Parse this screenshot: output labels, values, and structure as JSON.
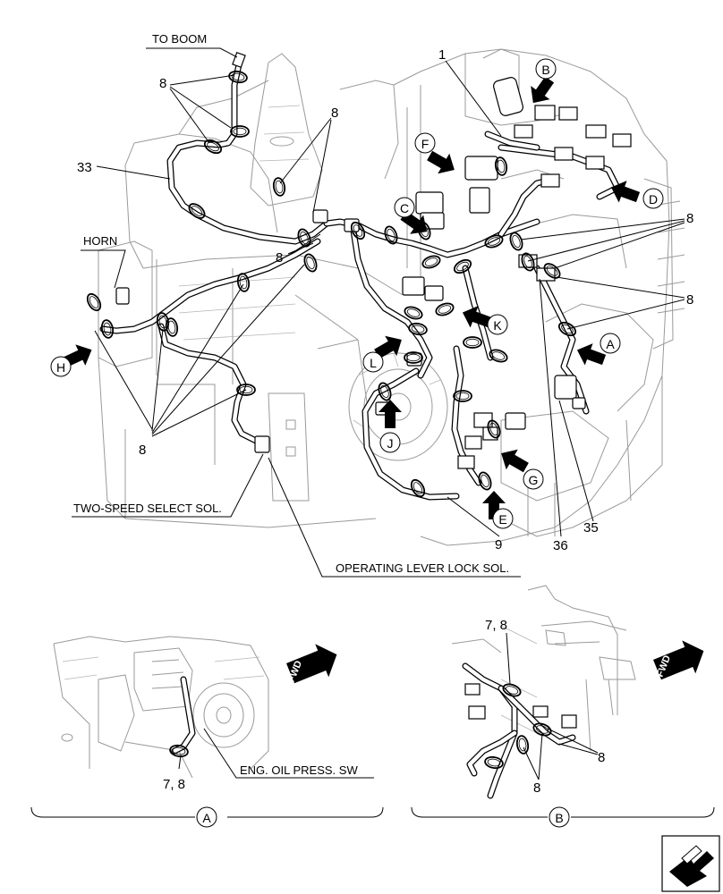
{
  "labels": {
    "to_boom": "TO BOOM",
    "horn": "HORN",
    "two_speed": "TWO-SPEED SELECT SOL.",
    "lever_lock": "OPERATING LEVER LOCK SOL.",
    "oil_press": "ENG. OIL PRESS. SW",
    "fwd": "FWD"
  },
  "part_numbers": {
    "p1": "1",
    "p8": "8",
    "p9": "9",
    "p33": "33",
    "p35": "35",
    "p36": "36",
    "p7_8": "7, 8"
  },
  "view_letters": {
    "A": "A",
    "B": "B",
    "C": "C",
    "D": "D",
    "E": "E",
    "F": "F",
    "G": "G",
    "H": "H",
    "J": "J",
    "K": "K",
    "L": "L"
  },
  "detail_views": {
    "a": "A",
    "b": "B"
  },
  "icons": {
    "view_arrow": "view-arrow-icon",
    "fwd_arrow": "fwd-arrow-icon",
    "nav": "next-page-icon"
  }
}
